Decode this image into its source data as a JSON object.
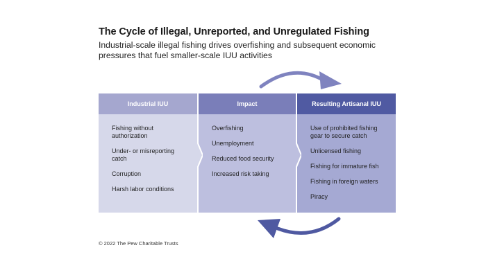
{
  "title": "The Cycle of Illegal, Unreported, and Unregulated Fishing",
  "subtitle": "Industrial-scale illegal fishing drives overfishing and subsequent economic pressures that fuel smaller-scale IUU activities",
  "colors": {
    "industrial_header": "#a5a7cf",
    "industrial_body": "#d6d8ea",
    "impact_header": "#7a7eb9",
    "impact_body": "#bdbfdf",
    "artisanal_header": "#505aa2",
    "artisanal_body": "#a5a9d3",
    "arrow_top": "#7f83bf",
    "arrow_bottom": "#4f59a1"
  },
  "panels": [
    {
      "header": "Industrial IUU",
      "items": [
        "Fishing without authorization",
        "Under- or misreporting catch",
        "Corruption",
        "Harsh labor conditions"
      ]
    },
    {
      "header": "Impact",
      "items": [
        "Overfishing",
        "Unemployment",
        "Reduced food security",
        "Increased risk taking"
      ]
    },
    {
      "header": "Resulting Artisanal IUU",
      "items": [
        "Use of prohibited fishing gear to secure catch",
        "Unlicensed fishing",
        "Fishing for immature fish",
        "Fishing in foreign waters",
        "Piracy"
      ]
    }
  ],
  "icons": {
    "top_arrow": "curved-arrow-right-icon",
    "bottom_arrow": "curved-arrow-left-icon"
  },
  "copyright": "© 2022 The Pew Charitable Trusts"
}
